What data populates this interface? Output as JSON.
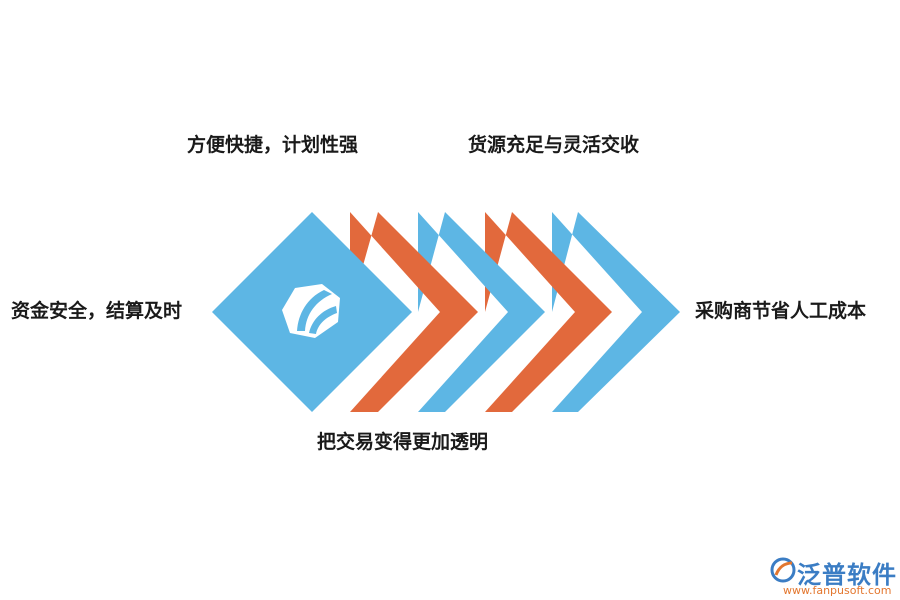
{
  "labels": {
    "top_left": "方便快捷，计划性强",
    "top_right": "货源充足与灵活交收",
    "left": "资金安全，结算及时",
    "right": "采购商节省人工成本",
    "bottom": "把交易变得更加透明"
  },
  "logo": {
    "name": "泛普软件",
    "url": "www.fanpusoft.com"
  },
  "colors": {
    "blue": "#5db6e4",
    "orange": "#e2693c",
    "logo_blue": "#3b7dc4",
    "logo_orange": "#e3772f"
  }
}
